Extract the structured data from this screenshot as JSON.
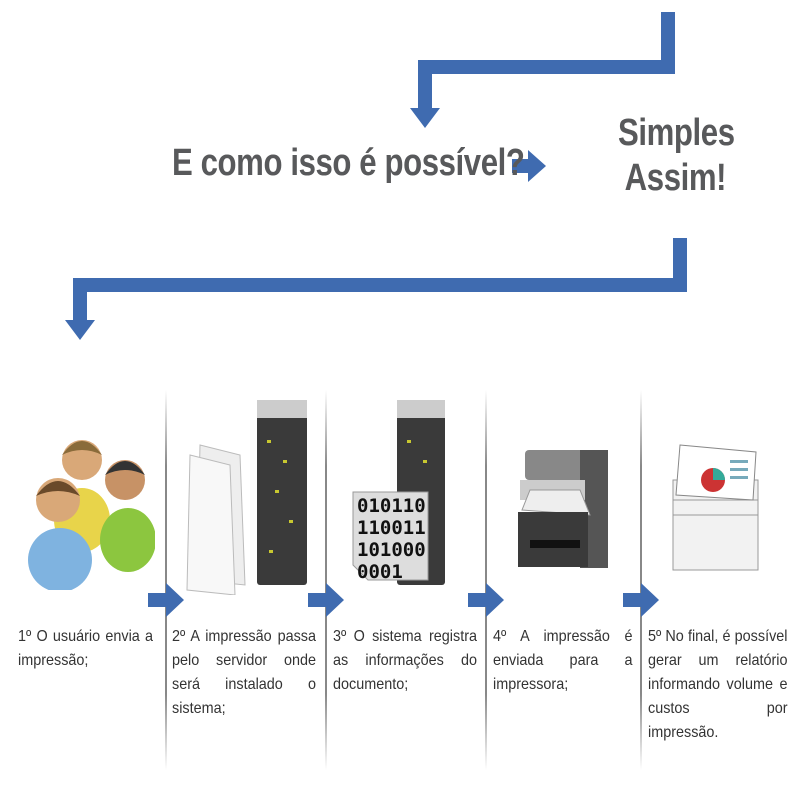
{
  "heading": {
    "question": "E como isso é possível?",
    "answer_line1": "Simples",
    "answer_line2": "Assim!"
  },
  "colors": {
    "arrow": "#3f6bb0",
    "text": "#58595b"
  },
  "steps": [
    {
      "text": "1º   O usuário envia a impressão;",
      "icon": "users-icon"
    },
    {
      "text": "2º   A impressão passa pelo servidor onde será instalado o sistema;",
      "icon": "documents-server-icon"
    },
    {
      "text": "3º   O sistema registra as informações do documento;",
      "icon": "binary-file-server-icon",
      "binary": [
        "010110",
        "110011",
        "101000",
        "0001"
      ]
    },
    {
      "text": "4º   A impressão é enviada para a impressora;",
      "icon": "printer-icon"
    },
    {
      "text": "5º   No final, é possível gerar um relatório informando volume e custos por impressão.",
      "icon": "report-icon"
    }
  ]
}
